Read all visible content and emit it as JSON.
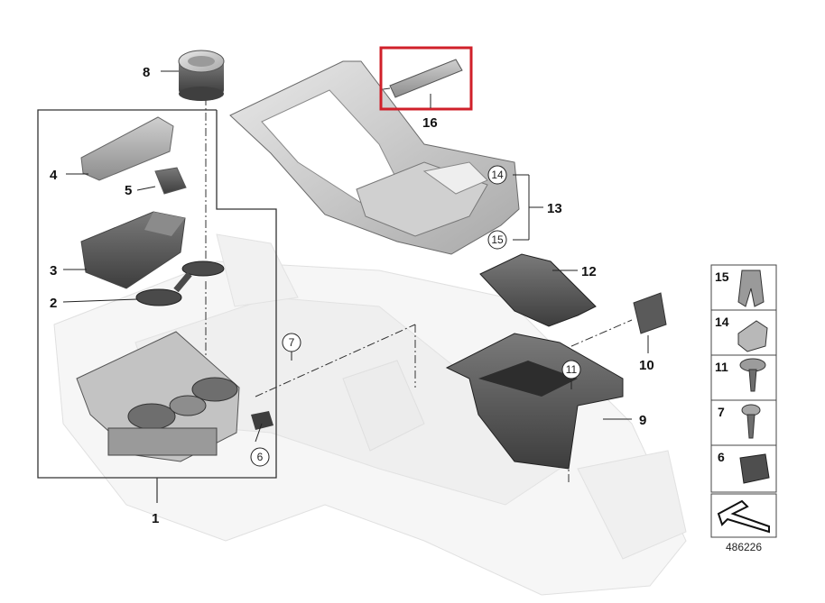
{
  "diagram_id": "486226",
  "highlight_color": "#d0202a",
  "callouts": {
    "c1": "1",
    "c2": "2",
    "c3": "3",
    "c4": "4",
    "c5": "5",
    "c6": "6",
    "c7": "7",
    "c8": "8",
    "c9": "9",
    "c10": "10",
    "c11": "11",
    "c12": "12",
    "c13": "13",
    "c14": "14",
    "c15": "15",
    "c16": "16"
  },
  "legend": [
    {
      "num": "15",
      "icon": "clip-icon"
    },
    {
      "num": "14",
      "icon": "spring-nut-icon"
    },
    {
      "num": "11",
      "icon": "screw-washer-icon"
    },
    {
      "num": "7",
      "icon": "screw-icon"
    },
    {
      "num": "6",
      "icon": "clamp-icon"
    },
    {
      "num": "",
      "icon": "flat-arrow-icon"
    }
  ]
}
